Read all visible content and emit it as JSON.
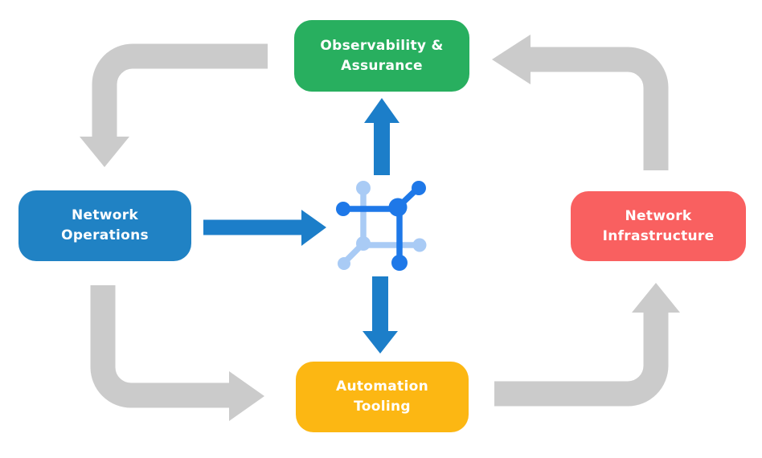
{
  "colors": {
    "background": "#FFFFFF",
    "box_green": "#28AF5F",
    "box_blue": "#2082C4",
    "box_red": "#F96060",
    "box_yellow": "#FCB713",
    "cycle_arrow_gray": "#CBCBCB",
    "flow_arrow_blue": "#1C7EC9",
    "icon_bright_blue": "#1E78E8",
    "icon_light_blue": "#A9CBF5",
    "label_text": "#FFFFFF"
  },
  "nodes": {
    "observability": {
      "label": "Observability &\nAssurance"
    },
    "network_operations": {
      "label": "Network\nOperations"
    },
    "network_infrastructure": {
      "label": "Network\nInfrastructure"
    },
    "automation_tooling": {
      "label": "Automation\nTooling"
    }
  },
  "center_icon": {
    "name": "network-automation-icon"
  },
  "edges": {
    "outer_cycle": [
      {
        "from": "Observability & Assurance",
        "to": "Network Operations",
        "color": "gray"
      },
      {
        "from": "Network Operations",
        "to": "Automation Tooling",
        "color": "gray"
      },
      {
        "from": "Automation Tooling",
        "to": "Network Infrastructure",
        "color": "gray"
      },
      {
        "from": "Network Infrastructure",
        "to": "Observability & Assurance",
        "color": "gray"
      }
    ],
    "center_flows": [
      {
        "from": "Network Operations",
        "to": "center icon",
        "color": "blue"
      },
      {
        "from": "center icon",
        "to": "Observability & Assurance",
        "color": "blue"
      },
      {
        "from": "center icon",
        "to": "Automation Tooling",
        "color": "blue"
      }
    ]
  }
}
